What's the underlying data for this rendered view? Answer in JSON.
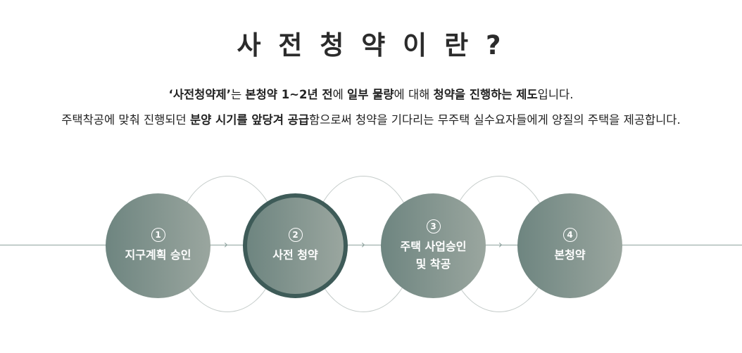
{
  "heading": "사 전 청 약 이 란 ?",
  "description": {
    "line1": [
      {
        "text": "‘사전청약제’",
        "bold": true
      },
      {
        "text": "는 ",
        "bold": false
      },
      {
        "text": "본청약 1~2년 전",
        "bold": true
      },
      {
        "text": "에 ",
        "bold": false
      },
      {
        "text": "일부 물량",
        "bold": true
      },
      {
        "text": "에 대해 ",
        "bold": false
      },
      {
        "text": "청약을 진행하는 제도",
        "bold": true
      },
      {
        "text": "입니다.",
        "bold": false
      }
    ],
    "line2": [
      {
        "text": "주택착공에 맞춰 진행되던 ",
        "bold": false
      },
      {
        "text": "분양 시기를 앞당겨 공급",
        "bold": true
      },
      {
        "text": "함으로써 청약을 기다리는 무주택 실수요자들에게 양질의 주택을 제공합니다.",
        "bold": false
      }
    ]
  },
  "steps": [
    {
      "number": "1",
      "label": "지구계획 승인",
      "active": false
    },
    {
      "number": "2",
      "label": "사전 청약",
      "active": true
    },
    {
      "number": "3",
      "label": "주택 사업승인\n및 착공",
      "active": false
    },
    {
      "number": "4",
      "label": "본청약",
      "active": false
    }
  ],
  "arrow_glyph": "›",
  "colors": {
    "circle_start": "#6e8580",
    "circle_end": "#9aa69f",
    "active_border": "#3e5b58",
    "line": "#8ea29e"
  }
}
